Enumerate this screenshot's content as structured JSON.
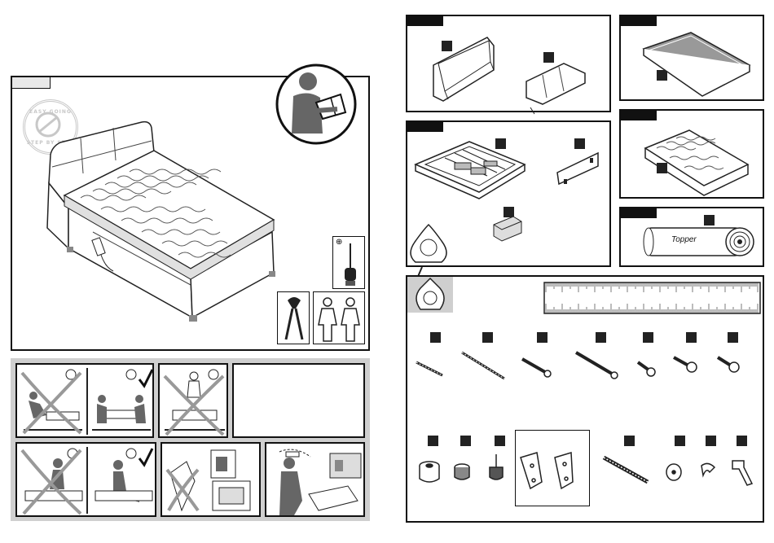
{
  "page": {
    "watermark_top": "EASY GOING",
    "watermark_bottom": "STEP BY STEP"
  },
  "packages": {
    "topper_label": "Topper"
  },
  "icons": {
    "phillips_symbol": "⊕"
  }
}
